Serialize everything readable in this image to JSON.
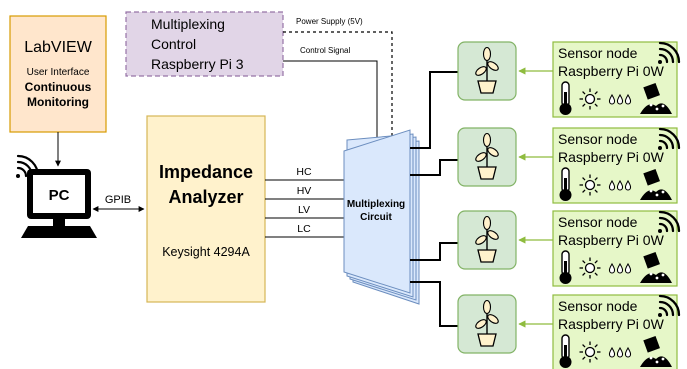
{
  "labview": {
    "title": "LabVIEW",
    "line1": "User Interface",
    "line2": "Continuous",
    "line3": "Monitoring"
  },
  "pc": {
    "label": "PC"
  },
  "gpib": {
    "label": "GPIB"
  },
  "analyzer": {
    "title_line1": "Impedance",
    "title_line2": "Analyzer",
    "model": "Keysight 4294A"
  },
  "signals": [
    "HC",
    "HV",
    "LV",
    "LC"
  ],
  "multiplex_control": {
    "line1": "Multiplexing",
    "line2": "Control",
    "line3": "Raspberry Pi 3"
  },
  "links": {
    "power": "Power Supply (5V)",
    "control": "Control Signal"
  },
  "circuit": {
    "line1": "Multiplexing",
    "line2": "Circuit"
  },
  "sensor_nodes": [
    {
      "title": "Sensor node",
      "subtitle": "Raspberry Pi 0W"
    },
    {
      "title": "Sensor node",
      "subtitle": "Raspberry Pi 0W"
    },
    {
      "title": "Sensor node",
      "subtitle": "Raspberry Pi 0W"
    },
    {
      "title": "Sensor node",
      "subtitle": "Raspberry Pi 0W"
    }
  ],
  "colors": {
    "labview_fill": "#ffe6cc",
    "labview_stroke": "#d79b00",
    "analyzer_fill": "#fff2cc",
    "analyzer_stroke": "#d6b656",
    "control_fill": "#e1d5e7",
    "control_stroke": "#9673a6",
    "circuit_fill": "#dae8fc",
    "circuit_stroke": "#6c8ebf",
    "plant_fill": "#d5e8d4",
    "plant_stroke": "#82b366",
    "sensor_fill": "#e6f7c8",
    "sensor_stroke": "#8fbc3f"
  },
  "icons": [
    "wifi-icon",
    "monitor-icon",
    "plant-icon",
    "thermometer-icon",
    "sun-icon",
    "water-drops-icon",
    "soil-sensor-icon"
  ]
}
